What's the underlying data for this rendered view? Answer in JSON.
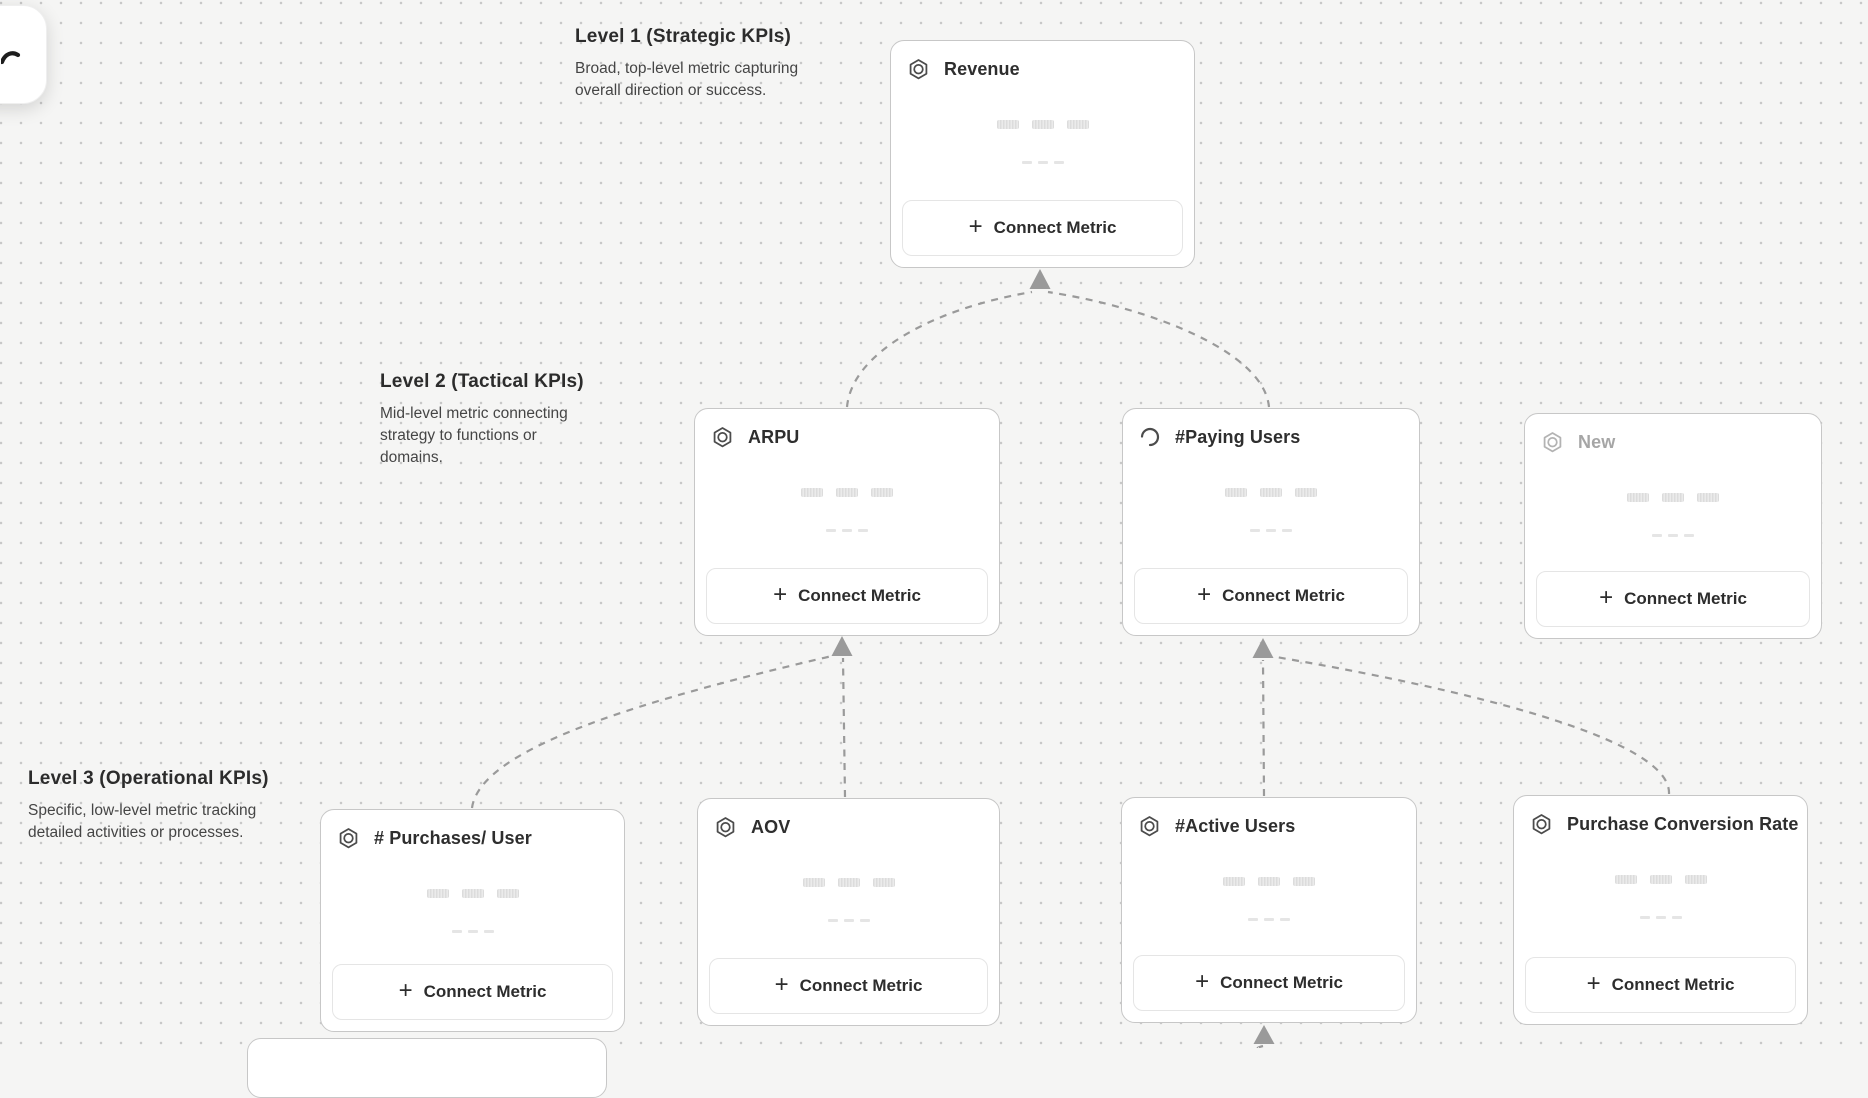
{
  "canvas": {
    "background_color": "#f5f5f4",
    "dot_grid_color": "#c8c8c8",
    "connector_color": "#9a9a9a"
  },
  "floating_button": {
    "icon": "cursor-tool-icon"
  },
  "levels": [
    {
      "title": "Level 1 (Strategic KPIs)",
      "description": "Broad, top-level metric capturing overall direction or success."
    },
    {
      "title": "Level 2 (Tactical KPIs)",
      "description": "Mid-level metric connecting strategy to functions or domains."
    },
    {
      "title": "Level 3 (Operational KPIs)",
      "description": "Specific, low-level metric tracking detailed activities or processes."
    }
  ],
  "card_ui": {
    "connect_label": "Connect Metric",
    "plus_icon": "+"
  },
  "cards": [
    {
      "id": "revenue",
      "title": "Revenue",
      "level": 1,
      "icon": "hexagon-target-icon",
      "state": "default"
    },
    {
      "id": "arpu",
      "title": "ARPU",
      "level": 2,
      "icon": "hexagon-target-icon",
      "state": "default"
    },
    {
      "id": "paying-users",
      "title": "#Paying Users",
      "level": 2,
      "icon": "spinner-icon",
      "state": "loading"
    },
    {
      "id": "new",
      "title": "New",
      "level": 2,
      "icon": "hexagon-target-icon",
      "state": "draft"
    },
    {
      "id": "purchases-per-user",
      "title": "# Purchases/ User",
      "level": 3,
      "icon": "hexagon-target-icon",
      "state": "default"
    },
    {
      "id": "aov",
      "title": "AOV",
      "level": 3,
      "icon": "hexagon-target-icon",
      "state": "default"
    },
    {
      "id": "active-users",
      "title": "#Active Users",
      "level": 3,
      "icon": "hexagon-target-icon",
      "state": "default"
    },
    {
      "id": "purchase-conversion-rate",
      "title": "Purchase Conversion Rate",
      "level": 3,
      "icon": "hexagon-target-icon",
      "state": "default"
    }
  ],
  "connections": [
    {
      "from": "arpu",
      "to": "revenue"
    },
    {
      "from": "paying-users",
      "to": "revenue"
    },
    {
      "from": "purchases-per-user",
      "to": "arpu"
    },
    {
      "from": "aov",
      "to": "arpu"
    },
    {
      "from": "active-users",
      "to": "paying-users"
    },
    {
      "from": "purchase-conversion-rate",
      "to": "paying-users"
    },
    {
      "from": "offscreen-card",
      "to": "active-users"
    }
  ]
}
